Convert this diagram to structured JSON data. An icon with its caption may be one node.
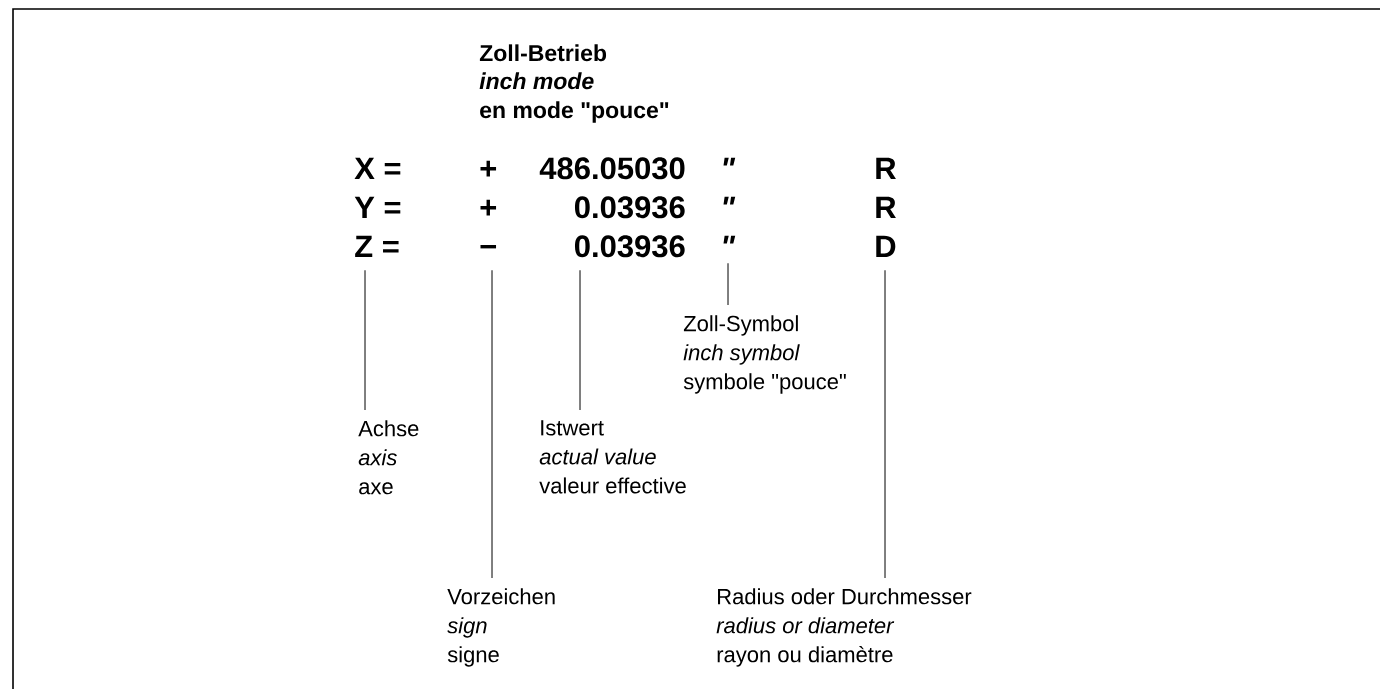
{
  "diagram": {
    "nodes": [
      {
        "text": [
          "X ="
        ]
      },
      {
        "text": [
          "+"
        ]
      },
      {
        "text": [
          "486.05030"
        ]
      },
      {
        "text": [
          "\""
        ]
      },
      {
        "text": [
          "R"
        ]
      },
      {
        "text": [
          "Y ="
        ]
      },
      {
        "text": [
          "+"
        ]
      },
      {
        "text": [
          "0.03936"
        ]
      },
      {
        "text": [
          "\""
        ]
      },
      {
        "text": [
          "R"
        ]
      },
      {
        "text": [
          "Z ="
        ]
      },
      {
        "text": [
          "−"
        ]
      },
      {
        "text": [
          "0.03936"
        ]
      },
      {
        "text": [
          "\""
        ]
      },
      {
        "text": [
          "D"
        ]
      },
      {
        "text": [
          "Zoll-Symbol",
          "inch symbol",
          "symbole \"pouce\""
        ]
      },
      {
        "text": [
          "Achse",
          "axis",
          "axe"
        ]
      },
      {
        "text": [
          "Istwert",
          "actual value",
          "valeur effective"
        ]
      },
      {
        "text": [
          "Vorzeichen",
          "sign",
          "signe"
        ]
      },
      {
        "text": [
          "Radius oder Durchmesser",
          "radius or diameter",
          "rayon ou diamètre"
        ]
      }
    ],
    "edges": [
      {
        "from": 15,
        "to": 13,
        "arrow": "none"
      },
      {
        "from": 16,
        "to": 10,
        "arrow": "none"
      },
      {
        "from": 17,
        "to": 12,
        "arrow": "none"
      },
      {
        "from": 18,
        "to": 11,
        "arrow": "none"
      },
      {
        "from": 19,
        "to": 14,
        "arrow": "none"
      }
    ],
    "labels": [
      "Zoll-Betrieb",
      "inch mode",
      "en mode \"pouce\""
    ]
  }
}
